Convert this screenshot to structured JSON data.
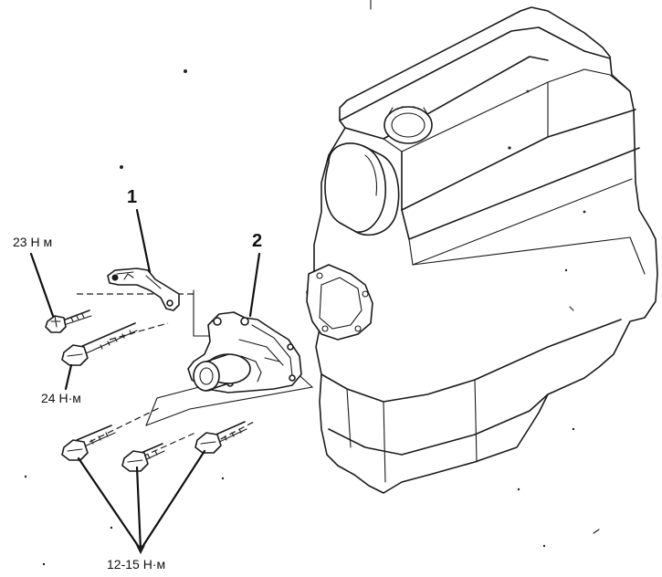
{
  "callouts": {
    "part1": "1",
    "part2": "2"
  },
  "torque_labels": {
    "bracket_bolt": "23 Н м",
    "long_bolt": "24 Н·м",
    "pump_bolts": "12-15 Н·м"
  },
  "colors": {
    "ink": "#1a1a1a",
    "background": "#ffffff"
  }
}
